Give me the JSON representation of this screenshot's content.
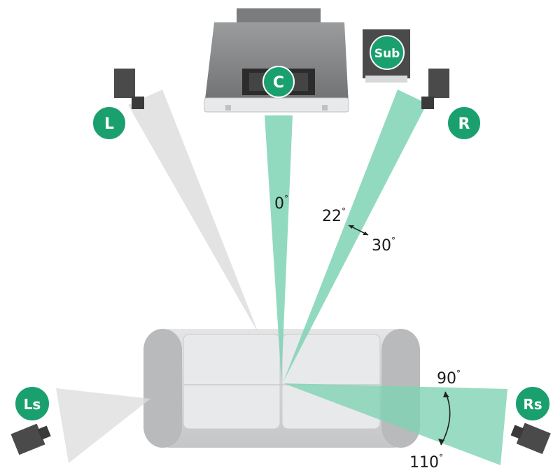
{
  "colors": {
    "accent": "#1aa06e",
    "beam_green": "#7fd3b4",
    "beam_grey": "#dcdcdc",
    "speaker": "#4a4a4a",
    "tv_body": "#8a8c8e",
    "sofa": "#d2d4d6"
  },
  "speakers": {
    "center": {
      "label": "C"
    },
    "subwoofer": {
      "label": "Sub"
    },
    "front_left": {
      "label": "L"
    },
    "front_right": {
      "label": "R"
    },
    "surround_left": {
      "label": "Ls"
    },
    "surround_right": {
      "label": "Rs"
    }
  },
  "angles": {
    "center": "0",
    "front_min": "22",
    "front_max": "30",
    "surround_min": "90",
    "surround_max": "110"
  },
  "degree_symbol": "°"
}
